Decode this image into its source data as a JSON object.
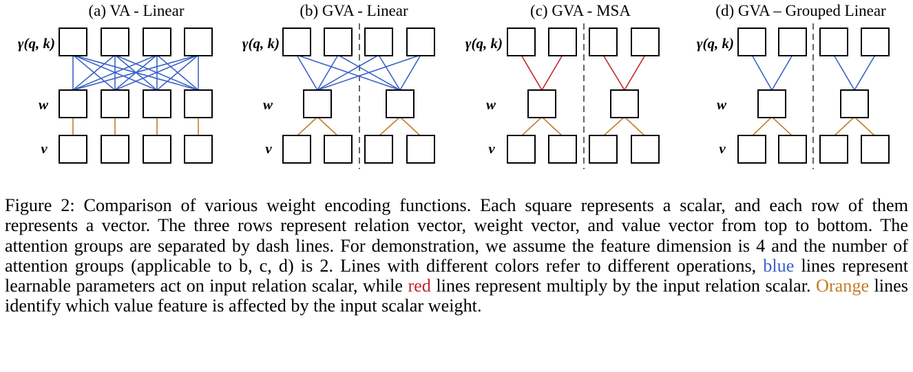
{
  "panels": [
    {
      "title": "(a) VA - Linear"
    },
    {
      "title": "(b) GVA - Linear"
    },
    {
      "title": "(c) GVA - MSA"
    },
    {
      "title": "(d) GVA – Grouped Linear"
    }
  ],
  "row_labels": {
    "relation": "γ(q, k)",
    "weight": "w",
    "value": "v"
  },
  "colors": {
    "blue": "#3a62c7",
    "red": "#c4262e",
    "orange": "#c27d2a"
  },
  "caption": {
    "part1": "Figure 2: Comparison of various weight encoding functions. Each square represents a scalar, and each row of them represents a vector. The three rows represent relation vector, weight vector, and value vector from top to bottom. The attention groups are separated by dash lines. For demonstration, we assume the feature dimension is 4 and the number of attention groups (applicable to b, c, d) is 2. Lines with different colors refer to different operations, ",
    "blue_word": "blue",
    "part2": " lines represent learnable parameters act on input relation scalar, while ",
    "red_word": "red",
    "part3": " lines represent multiply by the input relation scalar. ",
    "orange_word": "Orange",
    "part4": " lines identify which value feature is affected by the input scalar weight."
  }
}
